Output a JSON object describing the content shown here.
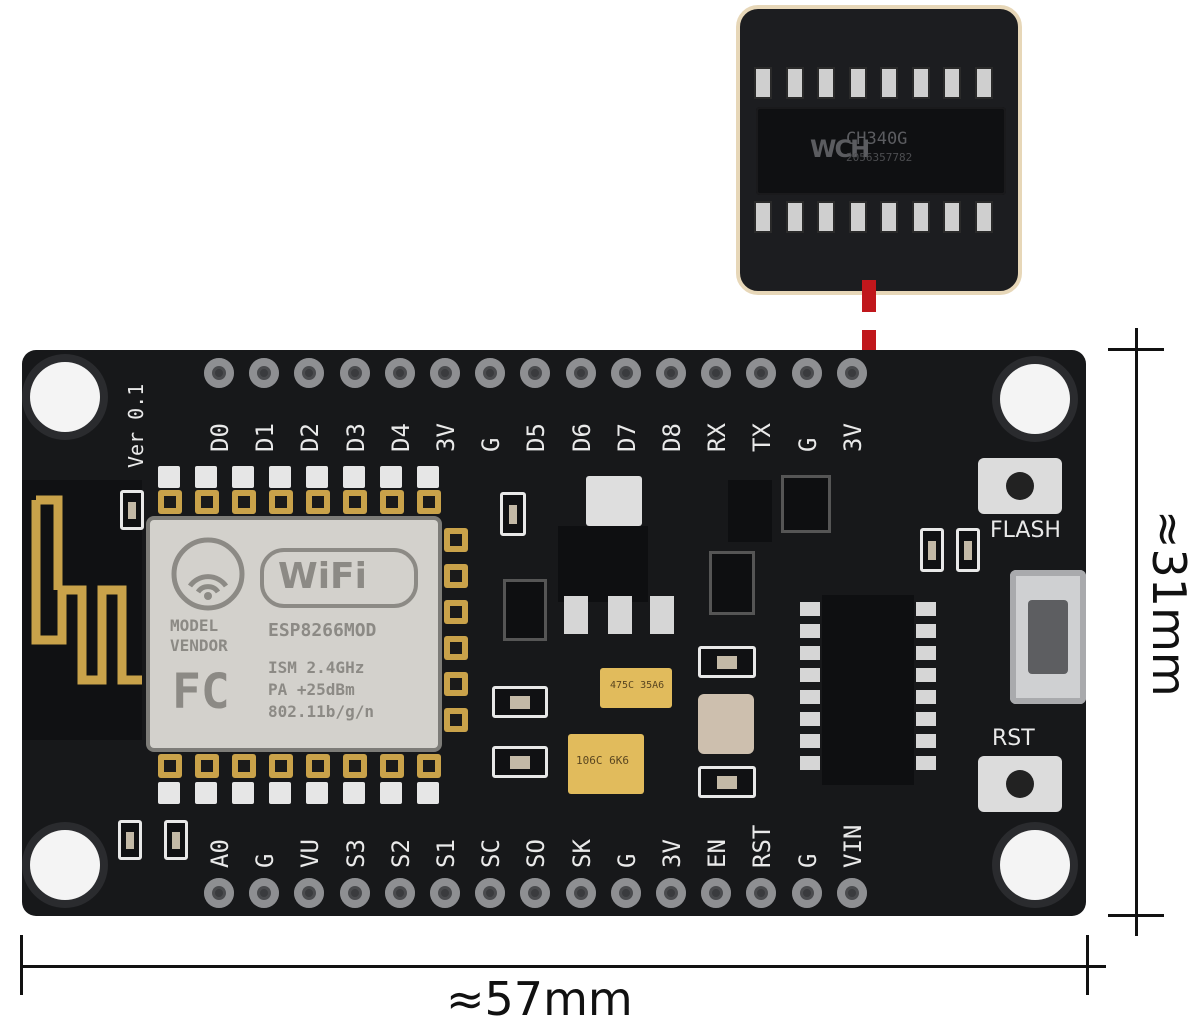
{
  "inset": {
    "chip_brand": "WCH",
    "chip_model": "CH340G",
    "chip_code": "2056357782"
  },
  "board": {
    "version_label": "Ver 0.1",
    "top_pins": [
      "D0",
      "D1",
      "D2",
      "D3",
      "D4",
      "3V",
      "G",
      "D5",
      "D6",
      "D7",
      "D8",
      "RX",
      "TX",
      "G",
      "3V"
    ],
    "bottom_pins": [
      "A0",
      "G",
      "VU",
      "S3",
      "S2",
      "S1",
      "SC",
      "SO",
      "SK",
      "G",
      "3V",
      "EN",
      "RST",
      "G",
      "VIN"
    ],
    "flash_label": "FLASH",
    "rst_label": "RST",
    "module": {
      "wifi_label": "WiFi",
      "model": "MODEL",
      "vendor": "VENDOR",
      "chip": "ESP8266MOD",
      "fc": "FC",
      "ism": "ISM 2.4GHz",
      "pa": "PA  +25dBm",
      "std": "802.11b/g/n"
    },
    "cap1_text": "475C 35A6",
    "cap2_text": "106C 6K6"
  },
  "dimensions": {
    "width": "≈57mm",
    "height": "≈31mm"
  }
}
